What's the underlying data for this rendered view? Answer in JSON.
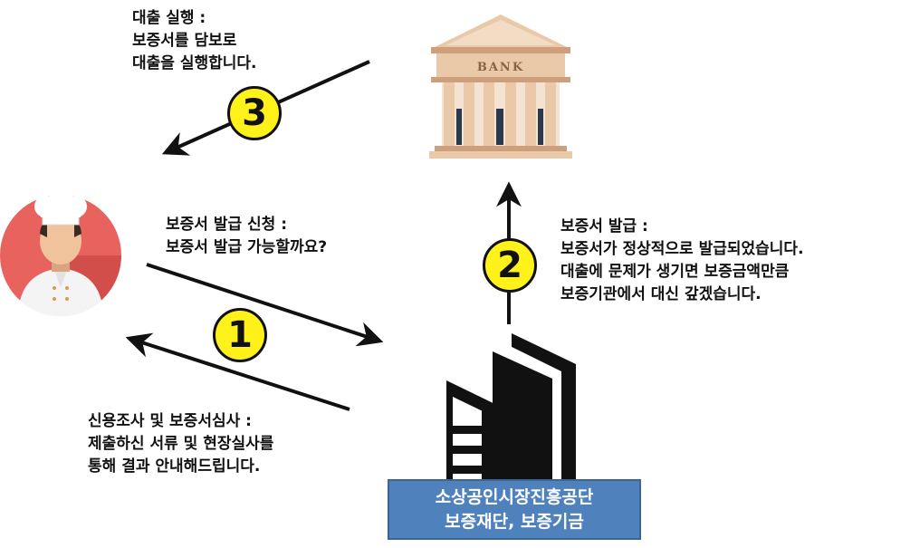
{
  "notes": {
    "loan": [
      "대출 실행 :",
      "보증서를 담보로",
      "대출을 실행합니다."
    ],
    "apply": [
      "보증서 발급 신청 :",
      "보증서 발급 가능할까요?"
    ],
    "issue": [
      "보증서 발급 :",
      "보증서가 정상적으로 발급되었습니다.",
      "대출에 문제가 생기면 보증금액만큼",
      "보증기관에서 대신 갚겠습니다."
    ],
    "review": [
      "신용조사 및 보증서심사 :",
      "제출하신 서류 및 현장실사를",
      "통해 결과 안내해드립니다."
    ]
  },
  "steps": {
    "one": "1",
    "two": "2",
    "three": "3"
  },
  "bank": {
    "sign": "BANK"
  },
  "organization": {
    "line1": "소상공인시장진흥공단",
    "line2": "보증재단, 보증기금"
  },
  "colors": {
    "badge": "#fff21a",
    "org_box": "#4f81bd",
    "avatar_bg": "#e8625e",
    "bank_body": "#e9c9a8",
    "bank_trim": "#cf9e7c"
  },
  "icons": [
    "chef-avatar-icon",
    "bank-building-icon",
    "office-building-icon"
  ]
}
